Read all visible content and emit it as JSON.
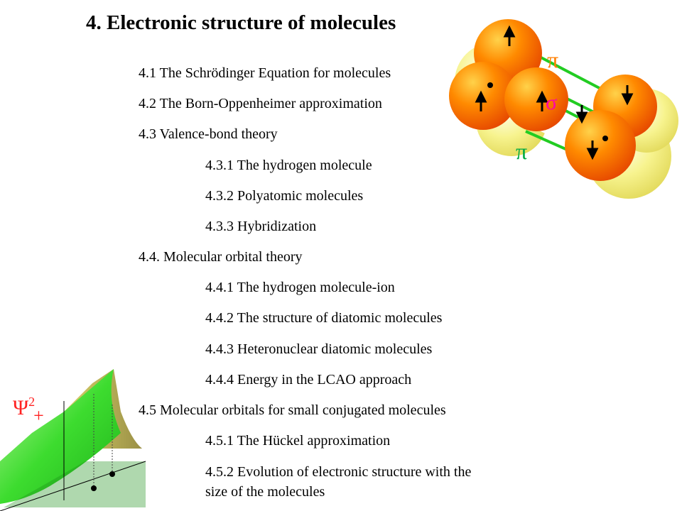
{
  "slide": {
    "title": "4. Electronic structure of molecules",
    "toc": [
      {
        "text": "4.1 The Schrödinger Equation for molecules",
        "level": 1
      },
      {
        "text": "4.2 The Born-Oppenheimer approximation",
        "level": 1
      },
      {
        "text": "4.3 Valence-bond theory",
        "level": 1
      },
      {
        "text": "4.3.1 The hydrogen molecule",
        "level": 2
      },
      {
        "text": "4.3.2 Polyatomic molecules",
        "level": 2
      },
      {
        "text": "4.3.3 Hybridization",
        "level": 2
      },
      {
        "text": "4.4. Molecular orbital theory",
        "level": 1
      },
      {
        "text": "4.4.1 The hydrogen molecule-ion",
        "level": 2
      },
      {
        "text": "4.4.2 The structure of diatomic molecules",
        "level": 2
      },
      {
        "text": "4.4.3 Heteronuclear diatomic molecules",
        "level": 2
      },
      {
        "text": "4.4.4 Energy in the LCAO approach",
        "level": 2
      },
      {
        "text": "4.5 Molecular orbitals for small conjugated molecules",
        "level": 1
      },
      {
        "text": "4.5.1 The Hückel approximation",
        "level": 2
      },
      {
        "text": "4.5.2 Evolution of electronic structure with the",
        "level": 2
      },
      {
        "text": "size of the molecules",
        "level": 2
      }
    ]
  },
  "molecule_figure": {
    "label_pi_top": "π",
    "label_sigma": "σ",
    "label_pi_bottom": "π",
    "colors": {
      "orange": "#ff7a00",
      "yellow": "#f5f08a",
      "green": "#22cc22",
      "pi_label": "#ff7f00",
      "sigma_label": "#ff00aa",
      "pi_bottom_label": "#00aa44"
    }
  },
  "psi_figure": {
    "psi_symbol": "Ψ",
    "superscript": "2",
    "subscript": "+"
  }
}
